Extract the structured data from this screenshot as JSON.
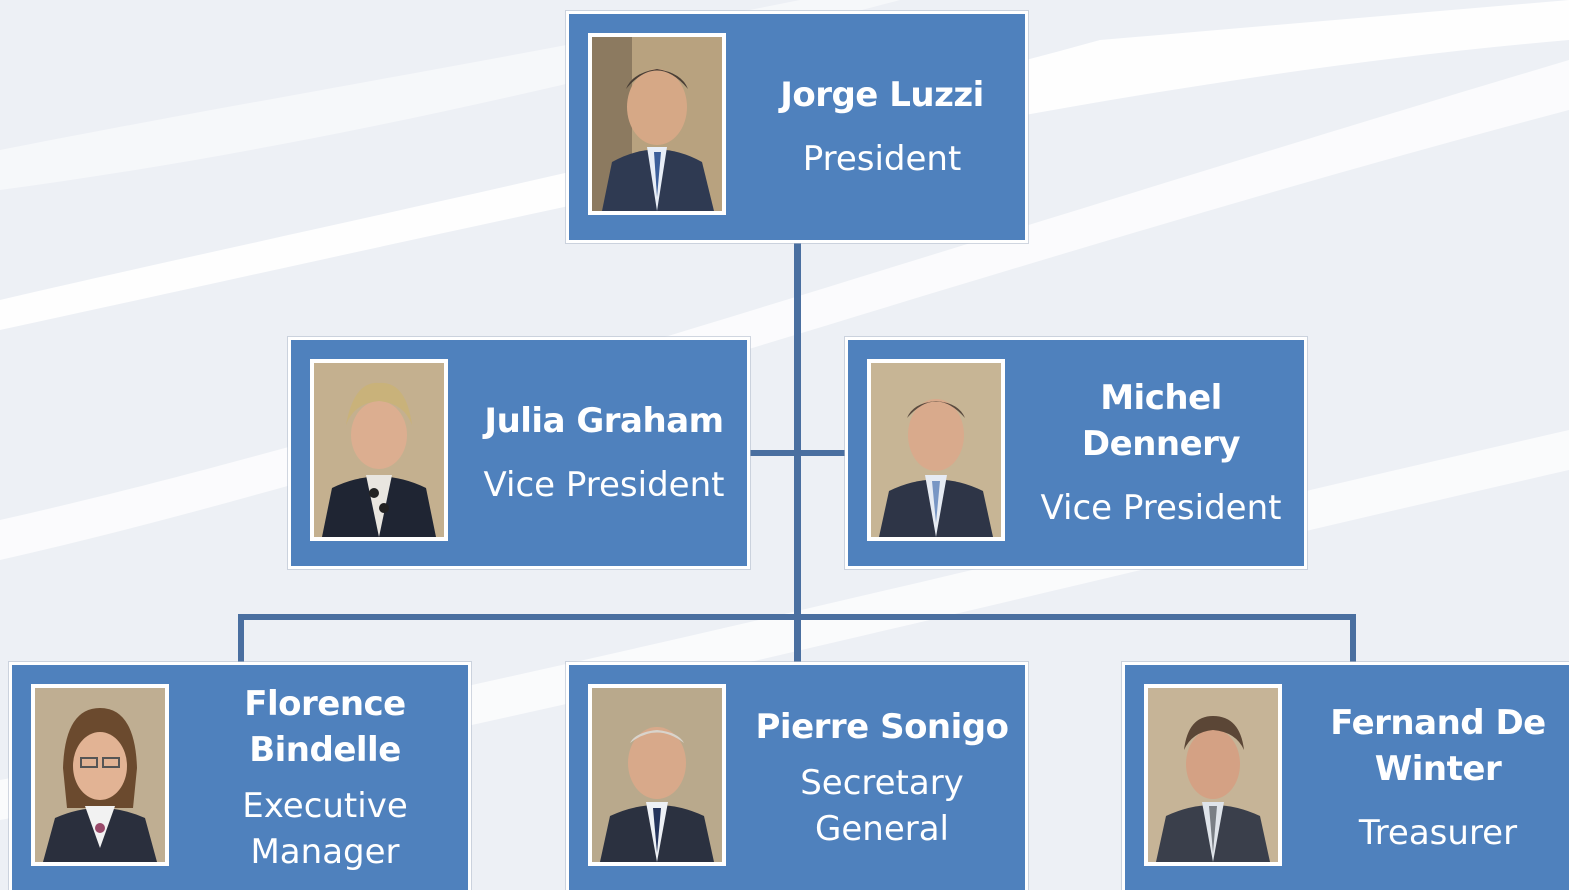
{
  "background": {
    "base_color": "#edf0f5",
    "wave_color": "#ffffff"
  },
  "colors": {
    "card": "#4f81bd",
    "connector": "#4a6fa0",
    "text": "#ffffff"
  },
  "members": {
    "president": {
      "name": "Jorge Luzzi",
      "title": "President",
      "photo_icon": "man-portrait-icon"
    },
    "vp_left": {
      "name": "Julia Graham",
      "title": "Vice President",
      "photo_icon": "woman-portrait-icon"
    },
    "vp_right": {
      "name": "Michel Dennery",
      "title": "Vice President",
      "photo_icon": "man-portrait-icon"
    },
    "executive": {
      "name": "Florence Bindelle",
      "title": "Executive Manager",
      "photo_icon": "woman-portrait-icon"
    },
    "secretary": {
      "name": "Pierre Sonigo",
      "title": "Secretary General",
      "photo_icon": "man-portrait-icon"
    },
    "treasurer": {
      "name": "Fernand De Winter",
      "title": "Treasurer",
      "photo_icon": "man-portrait-icon"
    }
  }
}
